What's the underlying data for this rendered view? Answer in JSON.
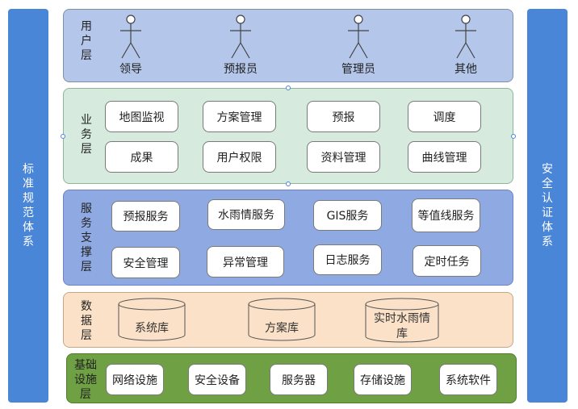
{
  "left_sidebar": {
    "label": "标准规范体系"
  },
  "right_sidebar": {
    "label": "安全认证体系"
  },
  "layers": {
    "user": {
      "title": "用户层",
      "actors": [
        "领导",
        "预报员",
        "管理员",
        "其他"
      ]
    },
    "business": {
      "title": "业务层",
      "items": [
        "地图监视",
        "方案管理",
        "预报",
        "调度",
        "成果",
        "用户权限",
        "资料管理",
        "曲线管理"
      ]
    },
    "service": {
      "title": "服务支撑层",
      "items": [
        "预报服务",
        "水雨情服务",
        "GIS服务",
        "等值线服务",
        "安全管理",
        "异常管理",
        "日志服务",
        "定时任务"
      ]
    },
    "data": {
      "title": "数据层",
      "databases": [
        "系统库",
        "方案库",
        "实时水雨情库"
      ]
    },
    "infra": {
      "title": "基础设施层",
      "items": [
        "网络设施",
        "安全设备",
        "服务器",
        "存储设施",
        "系统软件"
      ]
    }
  },
  "colors": {
    "sidebar": "#4a86d8",
    "user_layer": "#b4c6ea",
    "business_layer": "#d6ebdd",
    "service_layer": "#8fa9e2",
    "data_layer": "#fbe1c7",
    "infra_layer": "#6fa043"
  }
}
